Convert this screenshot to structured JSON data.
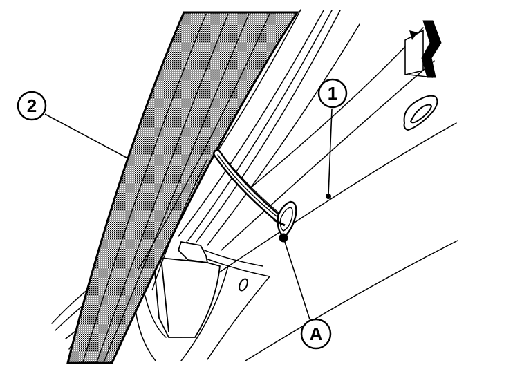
{
  "callouts": {
    "part_1": "1",
    "part_2": "2",
    "point_a": "A"
  },
  "icons": {
    "front_direction": "front-direction-arrow-icon"
  },
  "colors": {
    "ink": "#000000",
    "paper": "#ffffff"
  }
}
